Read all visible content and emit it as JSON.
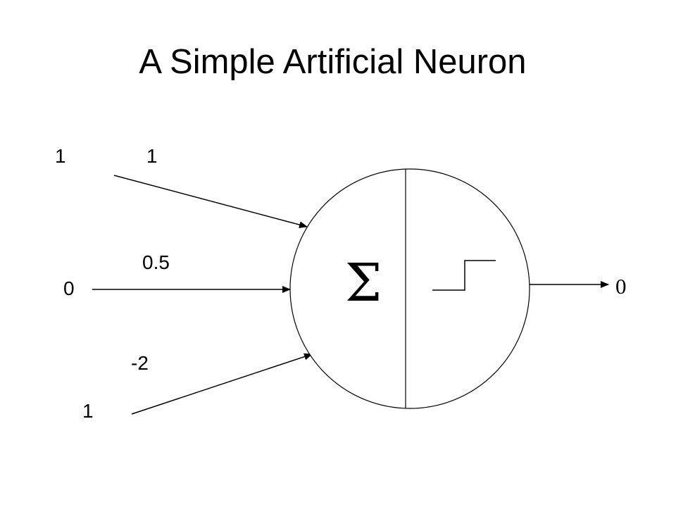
{
  "title": "A Simple Artificial Neuron",
  "inputs": [
    {
      "value": "1",
      "weight": "1"
    },
    {
      "value": "0",
      "weight": "0.5"
    },
    {
      "value": "1",
      "weight": "-2"
    }
  ],
  "neuron": {
    "sum_symbol": "Σ",
    "activation": "step-function-icon"
  },
  "output": {
    "value": "0"
  }
}
